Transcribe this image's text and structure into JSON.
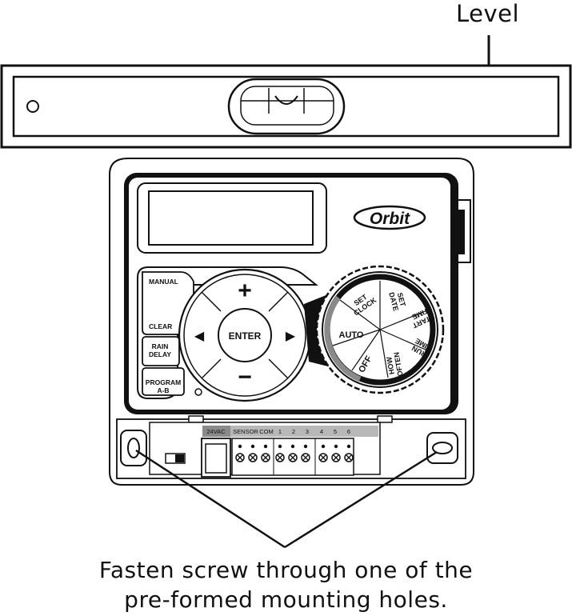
{
  "callouts": {
    "level": "Level",
    "caption_line1": "Fasten screw through one of the",
    "caption_line2": "pre-formed mounting holes."
  },
  "controller": {
    "brand": "Orbit",
    "buttons": {
      "manual": "MANUAL",
      "clear": "CLEAR",
      "rain_delay_1": "RAIN",
      "rain_delay_2": "DELAY",
      "program_1": "PROGRAM",
      "program_2": "A-B",
      "enter": "ENTER",
      "plus": "+",
      "minus": "−",
      "left": "◀",
      "right": "▶"
    },
    "dial": {
      "set_clock_1": "SET",
      "set_clock_2": "CLOCK",
      "set_date_1": "SET",
      "set_date_2": "DATE",
      "start_time_1": "START",
      "start_time_2": "TIME",
      "run_time_1": "RUN",
      "run_time_2": "TIME",
      "how_often_1": "HOW",
      "how_often_2": "OFTEN",
      "off": "OFF",
      "auto": "AUTO"
    },
    "terminals": {
      "vac": "24VAC",
      "sensor": "SENSOR",
      "com": "COM",
      "zones": [
        "1",
        "2",
        "3",
        "4",
        "5",
        "6"
      ]
    }
  },
  "colors": {
    "ink": "#111111",
    "terminal_strip": "#b8b8b8",
    "terminal_dark": "#8a8a8a",
    "dial_ring_gray": "#8a8a8a"
  }
}
